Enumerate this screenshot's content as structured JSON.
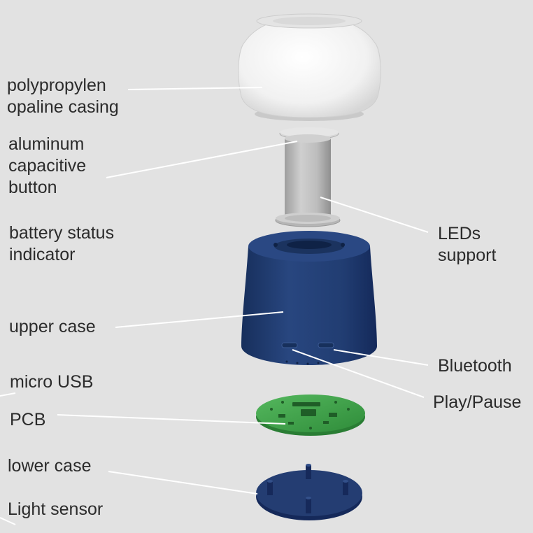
{
  "labels": {
    "casing": [
      "polypropylen",
      "opaline casing"
    ],
    "button": [
      "aluminum",
      "capacitive",
      "button"
    ],
    "battery": [
      "battery status",
      "indicator"
    ],
    "upper_case": [
      "upper case"
    ],
    "micro_usb": [
      "micro USB"
    ],
    "pcb": [
      "PCB"
    ],
    "lower_case": [
      "lower case"
    ],
    "light_sensor": [
      "Light sensor"
    ],
    "leds_support": [
      "LEDs",
      "support"
    ],
    "bluetooth": [
      "Bluetooth"
    ],
    "play_pause": [
      "Play/Pause"
    ]
  },
  "colors": {
    "background": "#e2e2e2",
    "text": "#2b2b2b",
    "leader_line": "#ffffff",
    "casing": "#f4f4f4",
    "aluminum": "#b9b9b9",
    "upper_case": "#1f3a6e",
    "pcb": "#3fa34a",
    "lower_case": "#233a6b"
  }
}
